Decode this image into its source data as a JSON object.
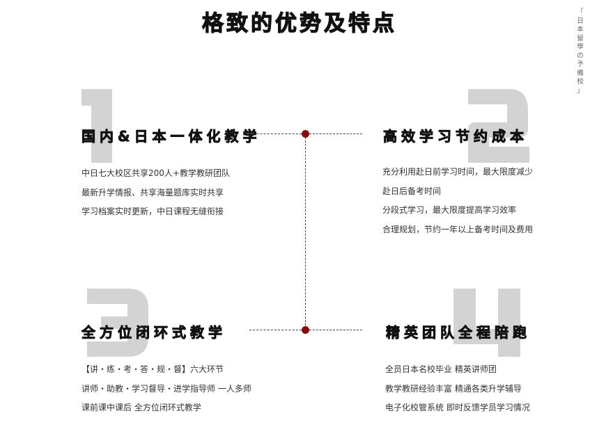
{
  "header": {
    "title": "格致的优势及特点"
  },
  "side_tag": {
    "open": "「",
    "chars": [
      "日",
      "本",
      "留",
      "學",
      "の",
      "予",
      "備",
      "校"
    ],
    "close": "」"
  },
  "colors": {
    "numeral_gray": "#d3d3d3",
    "connector_dash": "#334455",
    "node_red": "#8b0a0a",
    "title_black": "#111111",
    "body_text": "#333333"
  },
  "features": [
    {
      "number": "1",
      "title": "国内&日本一体化教学",
      "lines": [
        "中日七大校区共享200人+教学教研团队",
        "最新升学情报、共享海量题库实时共享",
        "学习档案实时更新，中日课程无缝衔接"
      ]
    },
    {
      "number": "2",
      "title": "高效学习节约成本",
      "lines": [
        "充分利用赴日前学习时间，最大限度减少",
        "赴日后备考时间",
        "分段式学习，最大限度提高学习效率",
        "合理规划，节约一年以上备考时间及费用"
      ]
    },
    {
      "number": "3",
      "title": "全方位闭环式教学",
      "lines": [
        "【讲・练・考・答・规・督】六大环节",
        "讲师・助教・学习督导・进学指导师  一人多师",
        "课前课中课后  全方位闭环式教学"
      ]
    },
    {
      "number": "4",
      "title": "精英团队全程陪跑",
      "lines": [
        "全员日本名校毕业 精英讲师团",
        "教学教研经验丰富 精通各类升学辅导",
        "电子化校管系统 即时反馈学员学习情况"
      ]
    }
  ]
}
